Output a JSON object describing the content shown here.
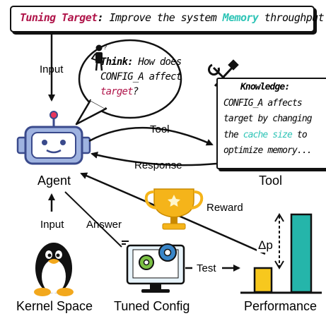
{
  "banner": {
    "prefix": "Tuning Target",
    "colon": ":",
    "text_before": " Improve the system ",
    "highlight": "Memory",
    "text_after": " throughput"
  },
  "thought": {
    "label": "Think:",
    "part1": " How does CONFIG_A affect ",
    "highlight": "target",
    "part2": "?"
  },
  "knowledge": {
    "label": "Knowledge:",
    "part1": "CONFIG_A affects target by changing the ",
    "highlight": "cache size",
    "part2": " to optimize memory..."
  },
  "labels": {
    "input_top": "Input",
    "tool_edge": "Tool",
    "response": "Response",
    "agent": "Agent",
    "tool_node": "Tool",
    "reward": "Reward",
    "input_bottom": "Input",
    "answer": "Answer",
    "delta": "Δp",
    "test": "Test",
    "kernel": "Kernel Space",
    "tuned": "Tuned Config",
    "performance": "Performance"
  },
  "colors": {
    "target_red": "#b0154a",
    "memory_teal": "#2ec4b6",
    "robot_blue": "#3a4a8c",
    "robot_light": "#9fb3e0",
    "trophy_gold": "#f5b41a",
    "bar_yellow": "#f7c81e",
    "bar_teal": "#25b5aa"
  },
  "icons": [
    "robot-icon",
    "thinking-person-icon",
    "tools-icon",
    "penguin-icon",
    "config-monitor-icon",
    "trophy-icon"
  ]
}
